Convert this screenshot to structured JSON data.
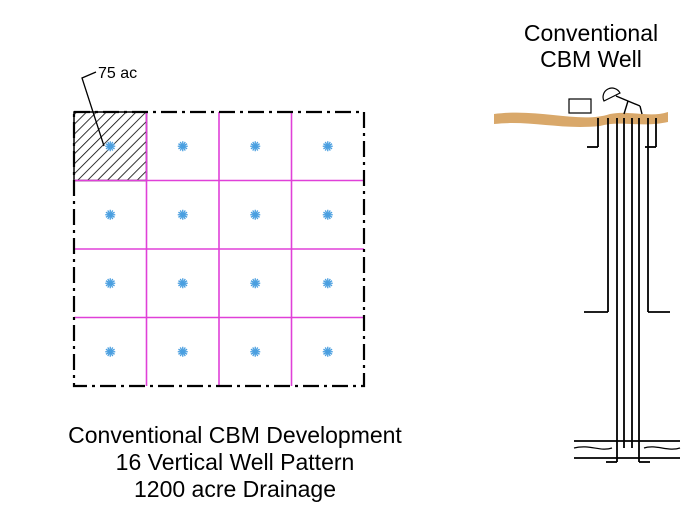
{
  "pattern": {
    "rows": 4,
    "cols": 4,
    "tile_label": "75 ac",
    "highlighted_tile": {
      "row": 0,
      "col": 0
    },
    "colors": {
      "grid_line": "#e040d8",
      "boundary": "#000000",
      "well_symbol": "#4a9fe0",
      "hatch": "#000000"
    },
    "well_icon": "well-star-icon"
  },
  "caption": {
    "line1": "Conventional CBM Development",
    "line2": "16 Vertical Well Pattern",
    "line3": "1200 acre Drainage"
  },
  "well": {
    "title_line1": "Conventional",
    "title_line2": "CBM Well",
    "colors": {
      "ground": "#d9a86a",
      "casing": "#000000"
    },
    "icons": [
      "pump-jack-icon",
      "wellhead-equipment-icon"
    ]
  }
}
